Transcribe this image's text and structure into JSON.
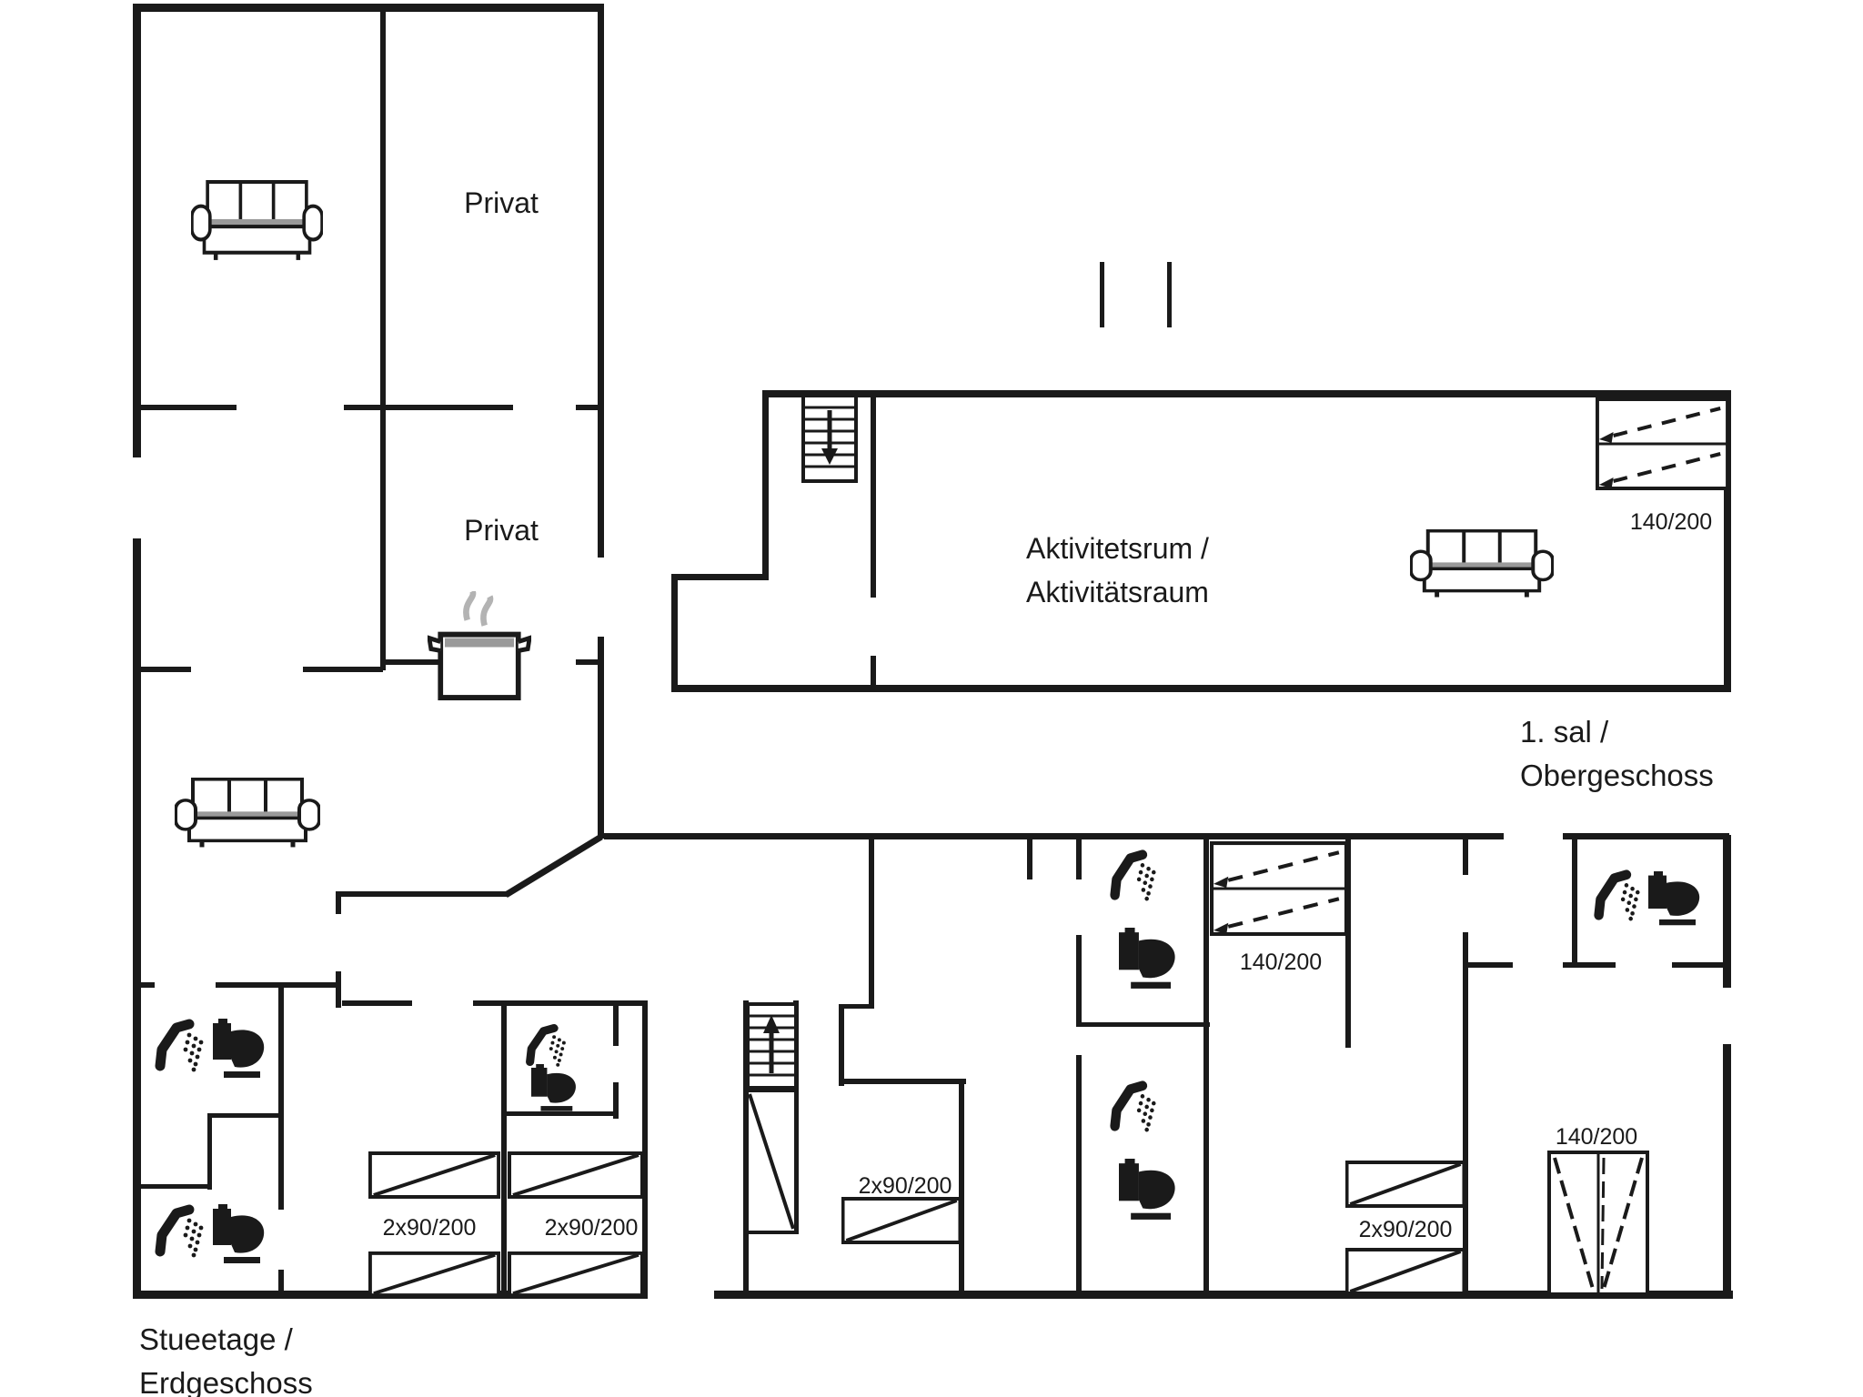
{
  "document": {
    "type": "holiday-house floor plan",
    "background_color": "#ffffff",
    "wall_color": "#1a1a1a",
    "steam_color": "#b3b3b3",
    "sofa_seat_color": "#9a9a9a"
  },
  "floors": {
    "ground": {
      "label_line1": "Stueetage /",
      "label_line2": "Erdgeschoss"
    },
    "upper": {
      "label_line1": "1. sal /",
      "label_line2": "Obergeschoss"
    }
  },
  "rooms": {
    "privat1": "Privat",
    "privat2": "Privat",
    "activity_line1": "Aktivitetsrum /",
    "activity_line2": "Aktivitätsraum"
  },
  "beds": {
    "upper_double": "140/200",
    "unitC_double": "140/200",
    "unitD_double": "140/200",
    "bedroom1_twin": "2x90/200",
    "bedroom2_twin": "2x90/200",
    "stairs_unit_twin": "2x90/200",
    "unitC_twin": "2x90/200"
  },
  "icons": {
    "sofa_count": 3,
    "shower_toilet_pairs": 6,
    "stairs_down": "stairs-down-arrow",
    "stairs_up": "stairs-up-arrow",
    "kitchen": "steaming-pot"
  }
}
